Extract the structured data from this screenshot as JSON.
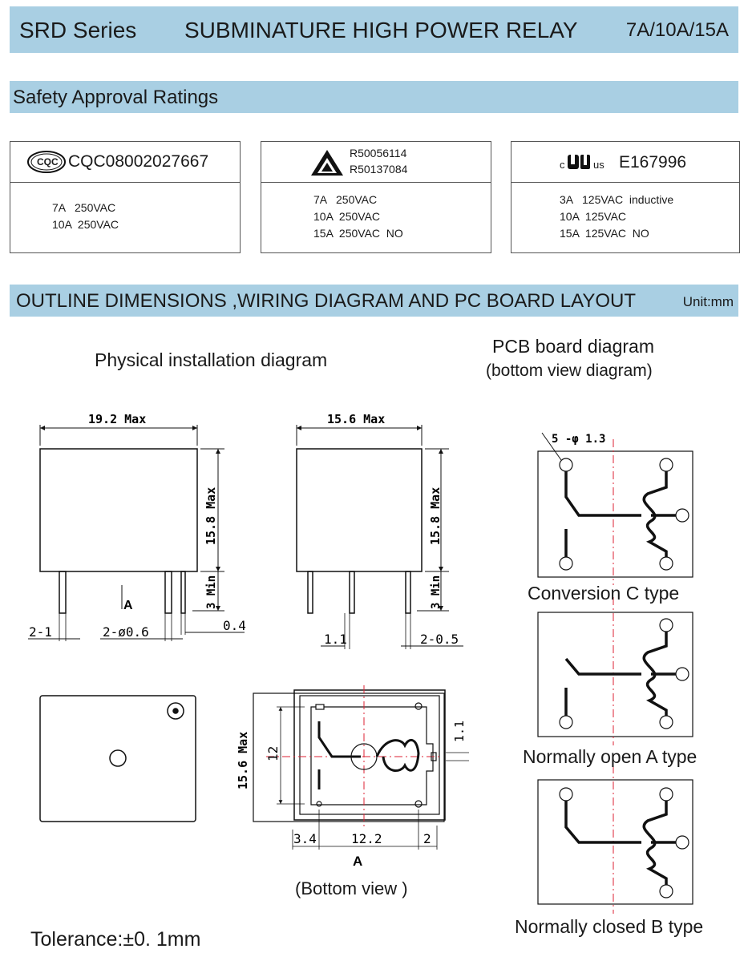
{
  "header": {
    "series": "SRD Series",
    "product": "SUBMINATURE HIGH POWER RELAY",
    "ratings": "7A/10A/15A"
  },
  "safety": {
    "section_title": "Safety Approval Ratings",
    "cqc": {
      "logo_text": "CQC",
      "code": "CQC08002027667",
      "lines": [
        "7A   250VAC",
        "10A  250VAC"
      ]
    },
    "tuv": {
      "codes": [
        "R50056114",
        "R50137084"
      ],
      "lines": [
        "7A   250VAC",
        "10A  250VAC",
        "15A  250VAC  NO"
      ]
    },
    "ul": {
      "prefix": "c",
      "suffix": "us",
      "code": "E167996",
      "lines": [
        "3A   125VAC  inductive",
        "10A  125VAC",
        "15A  125VAC  NO"
      ]
    }
  },
  "outline": {
    "section_title": "OUTLINE DIMENSIONS ,WIRING DIAGRAM AND PC BOARD LAYOUT",
    "unit": "Unit:mm",
    "physical_title": "Physical installation diagram",
    "pcb_title": "PCB board diagram",
    "pcb_subtitle": "(bottom view diagram)",
    "dims": {
      "w192": "19.2 Max",
      "w156": "15.6 Max",
      "h158": "15.8 Max",
      "min3": "3 Min",
      "a": "A",
      "d21": "2-1",
      "d206": "2-ø0.6",
      "d04": "0.4",
      "d11": "1.1",
      "d205": "2-0.5",
      "v156": "15.6 Max",
      "v12": "12",
      "v11": "1.1",
      "b34": "3.4",
      "b122": "12.2",
      "b2": "2",
      "hole": "5   -φ 1.3"
    },
    "bottom_view": "(Bottom view )",
    "tolerance": "Tolerance:±0. 1mm",
    "types": [
      "Conversion C type",
      "Normally open A type",
      "Normally closed B type"
    ]
  }
}
